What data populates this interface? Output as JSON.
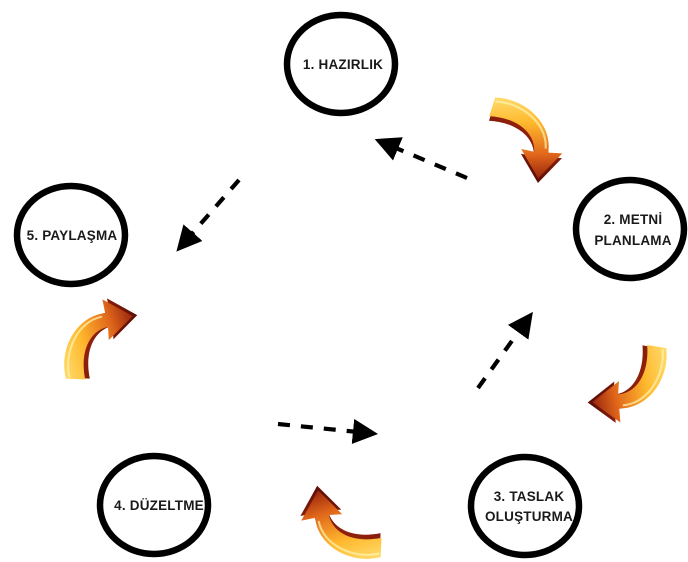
{
  "stages": [
    {
      "id": "hazirlik",
      "lines": [
        "1. HAZIRLIK"
      ]
    },
    {
      "id": "metni-planlama",
      "lines": [
        "2. METNİ",
        "PLANLAMA"
      ]
    },
    {
      "id": "taslak-olusturma",
      "lines": [
        "3. TASLAK",
        "OLUŞTURMA"
      ]
    },
    {
      "id": "duzeltme",
      "lines": [
        "4. DÜZELTME"
      ]
    },
    {
      "id": "paylasma",
      "lines": [
        "5. PAYLAŞMA"
      ]
    }
  ],
  "colors": {
    "circle_stroke": "#000000",
    "dashed_arrow": "#000000",
    "curved_arrow_light": "#ffd34d",
    "curved_arrow_mid": "#f39c12",
    "curved_arrow_dark": "#8a1a0c"
  }
}
